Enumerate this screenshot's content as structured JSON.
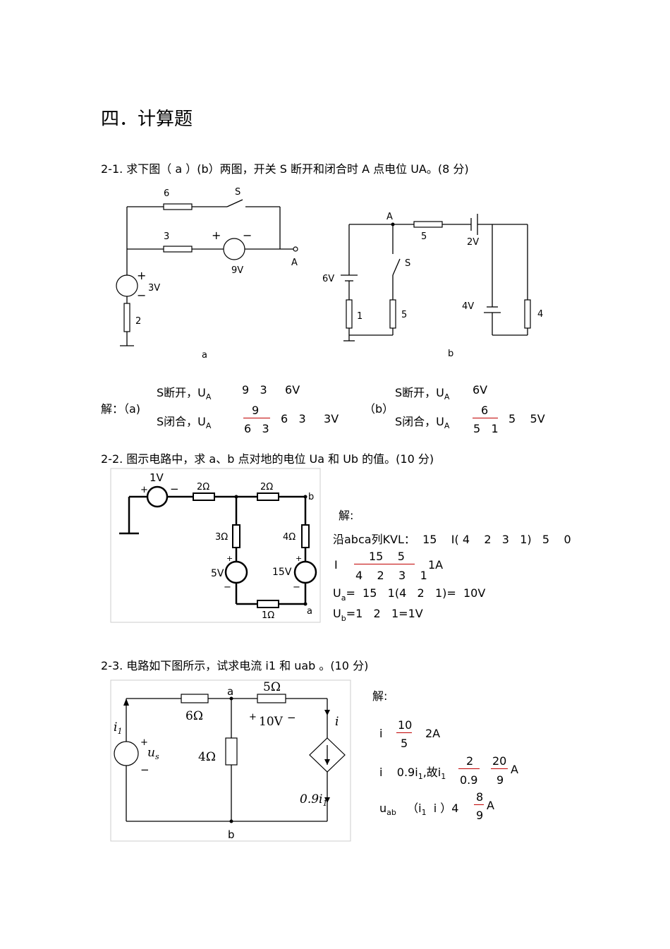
{
  "section_title": "四．计算题",
  "p1": {
    "question": "2-1. 求下图（ a ）(b）两图，开关  S 断开和闭合时   A 点电位  UA。(8 分)",
    "circuit_a": {
      "r_top": "6",
      "switch": "S",
      "r_mid": "3",
      "plus": "+",
      "minus": "−",
      "src_9v": "9V",
      "node_a": "A",
      "src_3v": "3V",
      "r_bottom": "2",
      "caption": "a"
    },
    "circuit_b": {
      "node_a": "A",
      "r_top": "5",
      "src_2v": "2V",
      "switch": "S",
      "src_6v": "6V",
      "r_1": "1",
      "r_5": "5",
      "src_4v": "4V",
      "r_4": "4",
      "caption": "b"
    },
    "solution": {
      "label": "解：（a)",
      "a_open": "S断开，U",
      "a_open_sub": "A",
      "a_open_val": "9   3     6V",
      "a_closed": "S闭合，U",
      "a_closed_sub": "A",
      "a_num": "9",
      "a_den": "6   3",
      "a_closed_val": "6   3     3V",
      "b_label": "（b）",
      "b_open": "S断开，U",
      "b_open_sub": "A",
      "b_open_val": "6V",
      "b_closed": "S闭合，U",
      "b_closed_sub": "A",
      "b_num": "6",
      "b_den": "5   1",
      "b_closed_val": "5    5V"
    }
  },
  "p2": {
    "question": "2-2. 图示电路中，求   a、b 点对地的电位    Ua 和  Ub 的值。(10 分)",
    "circuit": {
      "src_1v": "1V",
      "plus": "+",
      "minus": "−",
      "r_top1": "2Ω",
      "r_top2": "2Ω",
      "node_b": "b",
      "r_3": "3Ω",
      "r_4": "4Ω",
      "src_5v": "5V",
      "src_15v": "15V",
      "r_bottom": "1Ω",
      "node_a": "a"
    },
    "solution": {
      "label": "解:",
      "kvl": "沿abca列KVL：  15    I( 4    2   3   1)   5    0",
      "i_lhs": "I",
      "i_num": "15    5",
      "i_den": "4    2    3    1",
      "i_val": "1A",
      "ua_main": "U",
      "ua_sub": "a",
      "ua_expr": "=  15   1(4   2   1)=  10V",
      "ub_main": "U",
      "ub_sub": "b",
      "ub_expr": "=1   2   1=1V"
    }
  },
  "p3": {
    "question": "2-3. 电路如下图所示，试求电流     i1 和 uab 。(10  分)",
    "circuit": {
      "node_a": "a",
      "r_6": "6Ω",
      "r_5": "5Ω",
      "i1": "i",
      "i1_sub": "1",
      "i_label": "i",
      "plus": "+",
      "src": "10V",
      "minus": "−",
      "us": "u",
      "us_sub": "s",
      "r_4": "4Ω",
      "dep": "0.9i",
      "dep_sub": "1",
      "node_b": "b"
    },
    "solution": {
      "label": "解:",
      "l1_lhs": "i",
      "l1_num": "10",
      "l1_den": "5",
      "l1_val": "2A",
      "l2_lhs": "i    0.9i",
      "l2_sub": "1",
      "l2_mid": ",故i",
      "l2_sub2": "1",
      "l2_num1": "2",
      "l2_den1": "0.9",
      "l2_num2": "20",
      "l2_den2": "9",
      "l2_unit": "A",
      "l3_lhs": "u",
      "l3_sub": "ab",
      "l3_mid": "（i",
      "l3_sub2": "1",
      "l3_rest": "  i ）4",
      "l3_num": "8",
      "l3_den": "9",
      "l3_unit": "A"
    }
  }
}
